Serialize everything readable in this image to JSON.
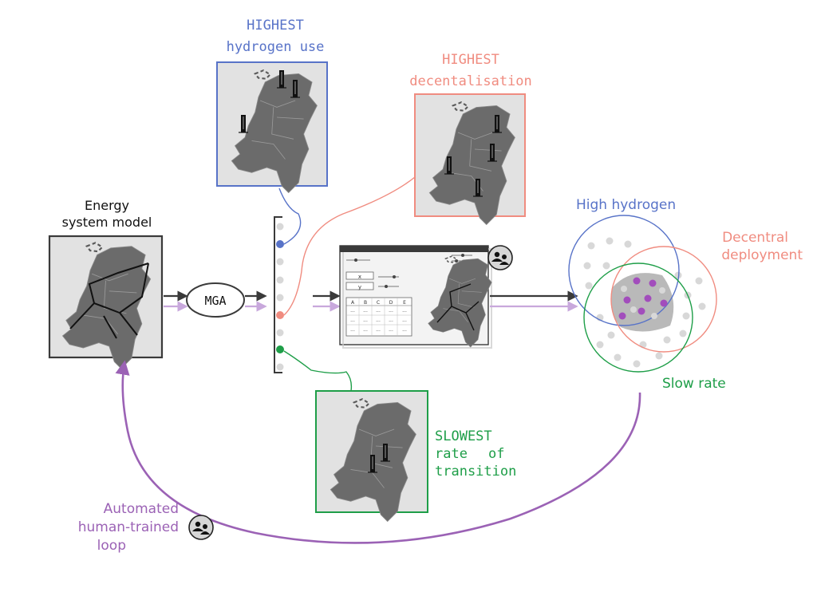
{
  "labels": {
    "highest_hydrogen": [
      "HIGHEST",
      "hydrogen use"
    ],
    "highest_decentral": [
      "HIGHEST",
      "decentalisation"
    ],
    "slowest_transition": [
      "SLOWEST",
      "rate",
      "of",
      "transition"
    ],
    "energy_model": [
      "Energy",
      "system model"
    ],
    "mga": "MGA",
    "high_hydrogen": "High hydrogen",
    "decentral": [
      "Decentral",
      "deployment"
    ],
    "slow_rate": "Slow rate",
    "loop": [
      "Automated",
      "human-trained",
      "loop"
    ],
    "table_headers": [
      "A",
      "B",
      "C",
      "D",
      "E"
    ],
    "table_cell": "...",
    "widget_x": "x",
    "widget_y": "y"
  },
  "colors": {
    "blue": "#5873c8",
    "salmon": "#f08c80",
    "green": "#1e9e48",
    "purple": "#9b62b5",
    "dark": "#3a3a3a",
    "map": "#6b6b6b",
    "panel": "#e2e2e2",
    "dot_grey": "#d8d8d8",
    "dot_purple": "#a24dbc"
  },
  "icons": [
    "person-group-icon",
    "hydrogen-tank-icon",
    "network-line-icon"
  ]
}
